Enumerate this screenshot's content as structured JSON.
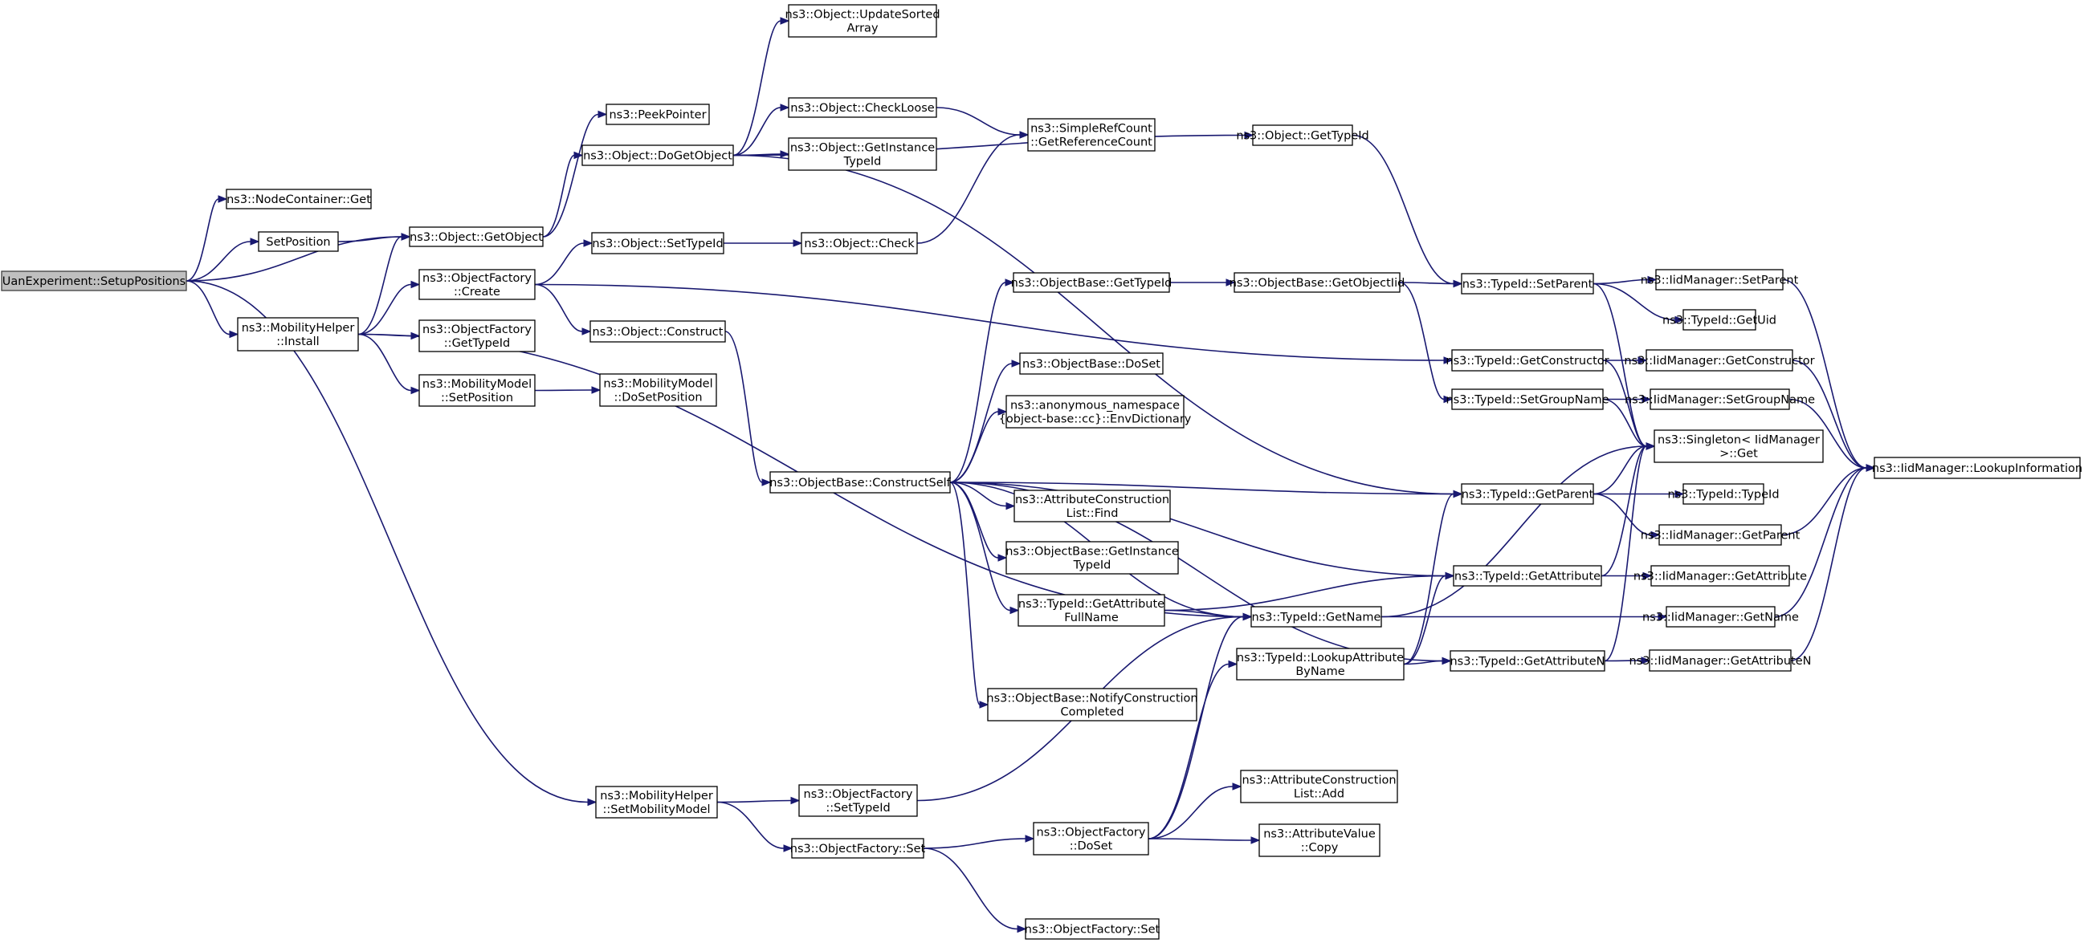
{
  "graph": {
    "colors": {
      "edge": "#191970",
      "root_fill": "#bfbfbf",
      "node_fill": "#ffffff",
      "node_border": "#000000"
    },
    "nodes": [
      {
        "id": "setup",
        "lines": [
          "UanExperiment::SetupPositions"
        ],
        "root": true
      },
      {
        "id": "nc_get",
        "lines": [
          "ns3::NodeContainer::Get"
        ]
      },
      {
        "id": "setpos",
        "lines": [
          "SetPosition"
        ]
      },
      {
        "id": "getobj",
        "lines": [
          "ns3::Object::GetObject"
        ]
      },
      {
        "id": "mh_install",
        "lines": [
          "ns3::MobilityHelper",
          "::Install"
        ]
      },
      {
        "id": "mh_setmm",
        "lines": [
          "ns3::MobilityHelper",
          "::SetMobilityModel"
        ]
      },
      {
        "id": "peek",
        "lines": [
          "ns3::PeekPointer"
        ]
      },
      {
        "id": "dogetobj",
        "lines": [
          "ns3::Object::DoGetObject"
        ]
      },
      {
        "id": "of_create",
        "lines": [
          "ns3::ObjectFactory",
          "::Create"
        ]
      },
      {
        "id": "of_gettid",
        "lines": [
          "ns3::ObjectFactory",
          "::GetTypeId"
        ]
      },
      {
        "id": "mm_setpos",
        "lines": [
          "ns3::MobilityModel",
          "::SetPosition"
        ]
      },
      {
        "id": "upd",
        "lines": [
          "ns3::Object::UpdateSorted",
          "Array"
        ]
      },
      {
        "id": "checkloose",
        "lines": [
          "ns3::Object::CheckLoose"
        ]
      },
      {
        "id": "getinst",
        "lines": [
          "ns3::Object::GetInstance",
          "TypeId"
        ]
      },
      {
        "id": "obj_settid",
        "lines": [
          "ns3::Object::SetTypeId"
        ]
      },
      {
        "id": "obj_check",
        "lines": [
          "ns3::Object::Check"
        ]
      },
      {
        "id": "obj_construct",
        "lines": [
          "ns3::Object::Construct"
        ]
      },
      {
        "id": "mm_dosetpos",
        "lines": [
          "ns3::MobilityModel",
          "::DoSetPosition"
        ]
      },
      {
        "id": "srefcount",
        "lines": [
          "ns3::SimpleRefCount",
          "::GetReferenceCount"
        ]
      },
      {
        "id": "obj_gettid",
        "lines": [
          "ns3::Object::GetTypeId"
        ]
      },
      {
        "id": "ob_gettid",
        "lines": [
          "ns3::ObjectBase::GetTypeId"
        ]
      },
      {
        "id": "ob_getobjiid",
        "lines": [
          "ns3::ObjectBase::GetObjectIid"
        ]
      },
      {
        "id": "ob_doset",
        "lines": [
          "ns3::ObjectBase::DoSet"
        ]
      },
      {
        "id": "envdict",
        "lines": [
          "ns3::anonymous_namespace",
          "{object-base::cc}::EnvDictionary"
        ]
      },
      {
        "id": "ob_construct",
        "lines": [
          "ns3::ObjectBase::ConstructSelf"
        ]
      },
      {
        "id": "acl_find",
        "lines": [
          "ns3::AttributeConstruction",
          "List::Find"
        ]
      },
      {
        "id": "ob_getinst",
        "lines": [
          "ns3::ObjectBase::GetInstance",
          "TypeId"
        ]
      },
      {
        "id": "tid_getattrfull",
        "lines": [
          "ns3::TypeId::GetAttribute",
          "FullName"
        ]
      },
      {
        "id": "ob_notify",
        "lines": [
          "ns3::ObjectBase::NotifyConstruction",
          "Completed"
        ]
      },
      {
        "id": "of_settid",
        "lines": [
          "ns3::ObjectFactory",
          "::SetTypeId"
        ]
      },
      {
        "id": "of_set",
        "lines": [
          "ns3::ObjectFactory::Set"
        ]
      },
      {
        "id": "of_doset",
        "lines": [
          "ns3::ObjectFactory",
          "::DoSet"
        ]
      },
      {
        "id": "of_set2",
        "lines": [
          "ns3::ObjectFactory::Set"
        ]
      },
      {
        "id": "tid_getname",
        "lines": [
          "ns3::TypeId::GetName"
        ]
      },
      {
        "id": "tid_lookup",
        "lines": [
          "ns3::TypeId::LookupAttribute",
          "ByName"
        ]
      },
      {
        "id": "acl_add",
        "lines": [
          "ns3::AttributeConstruction",
          "List::Add"
        ]
      },
      {
        "id": "av_copy",
        "lines": [
          "ns3::AttributeValue",
          "::Copy"
        ]
      },
      {
        "id": "tid_setparent",
        "lines": [
          "ns3::TypeId::SetParent"
        ]
      },
      {
        "id": "tid_getctor",
        "lines": [
          "ns3::TypeId::GetConstructor"
        ]
      },
      {
        "id": "tid_setgroup",
        "lines": [
          "ns3::TypeId::SetGroupName"
        ]
      },
      {
        "id": "tid_getparent",
        "lines": [
          "ns3::TypeId::GetParent"
        ]
      },
      {
        "id": "tid_getattr",
        "lines": [
          "ns3::TypeId::GetAttribute"
        ]
      },
      {
        "id": "tid_getattrn",
        "lines": [
          "ns3::TypeId::GetAttributeN"
        ]
      },
      {
        "id": "im_setparent",
        "lines": [
          "ns3::IidManager::SetParent"
        ]
      },
      {
        "id": "tid_getuid",
        "lines": [
          "ns3::TypeId::GetUid"
        ]
      },
      {
        "id": "im_getctor",
        "lines": [
          "ns3::IidManager::GetConstructor"
        ]
      },
      {
        "id": "im_setgroup",
        "lines": [
          "ns3::IidManager::SetGroupName"
        ]
      },
      {
        "id": "singleton",
        "lines": [
          "ns3::Singleton< IidManager",
          ">::Get"
        ]
      },
      {
        "id": "tid_typeid",
        "lines": [
          "ns3::TypeId::TypeId"
        ]
      },
      {
        "id": "im_getparent",
        "lines": [
          "ns3::IidManager::GetParent"
        ]
      },
      {
        "id": "im_getattr",
        "lines": [
          "ns3::IidManager::GetAttribute"
        ]
      },
      {
        "id": "im_getname",
        "lines": [
          "ns3::IidManager::GetName"
        ]
      },
      {
        "id": "im_getattrn",
        "lines": [
          "ns3::IidManager::GetAttributeN"
        ]
      },
      {
        "id": "im_lookup",
        "lines": [
          "ns3::IidManager::LookupInformation"
        ]
      }
    ],
    "edges": [
      [
        "setup",
        "nc_get"
      ],
      [
        "setup",
        "setpos"
      ],
      [
        "setup",
        "getobj"
      ],
      [
        "setup",
        "mh_install"
      ],
      [
        "setup",
        "mh_setmm"
      ],
      [
        "setpos",
        "getobj"
      ],
      [
        "getobj",
        "peek"
      ],
      [
        "getobj",
        "dogetobj"
      ],
      [
        "mh_install",
        "getobj"
      ],
      [
        "mh_install",
        "of_create"
      ],
      [
        "mh_install",
        "of_gettid"
      ],
      [
        "mh_install",
        "mm_setpos"
      ],
      [
        "mh_install",
        "tid_getname"
      ],
      [
        "mh_setmm",
        "of_settid"
      ],
      [
        "mh_setmm",
        "of_set"
      ],
      [
        "dogetobj",
        "upd"
      ],
      [
        "dogetobj",
        "checkloose"
      ],
      [
        "dogetobj",
        "getinst"
      ],
      [
        "dogetobj",
        "obj_gettid"
      ],
      [
        "dogetobj",
        "tid_getparent"
      ],
      [
        "of_create",
        "obj_settid"
      ],
      [
        "of_create",
        "obj_construct"
      ],
      [
        "of_create",
        "tid_getctor"
      ],
      [
        "mm_setpos",
        "mm_dosetpos"
      ],
      [
        "checkloose",
        "srefcount"
      ],
      [
        "obj_settid",
        "obj_check"
      ],
      [
        "obj_check",
        "srefcount"
      ],
      [
        "obj_construct",
        "ob_construct"
      ],
      [
        "obj_gettid",
        "tid_setparent"
      ],
      [
        "ob_construct",
        "ob_gettid"
      ],
      [
        "ob_construct",
        "ob_doset"
      ],
      [
        "ob_construct",
        "envdict"
      ],
      [
        "ob_construct",
        "acl_find"
      ],
      [
        "ob_construct",
        "ob_getinst"
      ],
      [
        "ob_construct",
        "tid_getattrfull"
      ],
      [
        "ob_construct",
        "ob_notify"
      ],
      [
        "ob_construct",
        "tid_getname"
      ],
      [
        "ob_construct",
        "tid_getparent"
      ],
      [
        "ob_construct",
        "tid_getattr"
      ],
      [
        "ob_construct",
        "tid_getattrn"
      ],
      [
        "ob_gettid",
        "ob_getobjiid"
      ],
      [
        "ob_getobjiid",
        "tid_setparent"
      ],
      [
        "ob_getobjiid",
        "tid_setgroup"
      ],
      [
        "tid_getattrfull",
        "tid_getname"
      ],
      [
        "tid_getattrfull",
        "tid_getattr"
      ],
      [
        "of_settid",
        "tid_getname"
      ],
      [
        "of_set",
        "of_doset"
      ],
      [
        "of_set",
        "of_set2"
      ],
      [
        "of_doset",
        "tid_getname"
      ],
      [
        "of_doset",
        "tid_lookup"
      ],
      [
        "of_doset",
        "acl_add"
      ],
      [
        "of_doset",
        "av_copy"
      ],
      [
        "tid_getname",
        "singleton"
      ],
      [
        "tid_getname",
        "im_getname"
      ],
      [
        "tid_lookup",
        "tid_getparent"
      ],
      [
        "tid_lookup",
        "tid_getattr"
      ],
      [
        "tid_lookup",
        "tid_getattrn"
      ],
      [
        "tid_setparent",
        "im_setparent"
      ],
      [
        "tid_setparent",
        "tid_getuid"
      ],
      [
        "tid_setparent",
        "singleton"
      ],
      [
        "tid_getctor",
        "im_getctor"
      ],
      [
        "tid_getctor",
        "singleton"
      ],
      [
        "tid_setgroup",
        "im_setgroup"
      ],
      [
        "tid_setgroup",
        "singleton"
      ],
      [
        "tid_getparent",
        "singleton"
      ],
      [
        "tid_getparent",
        "tid_typeid"
      ],
      [
        "tid_getparent",
        "im_getparent"
      ],
      [
        "tid_getattr",
        "singleton"
      ],
      [
        "tid_getattr",
        "im_getattr"
      ],
      [
        "tid_getattrn",
        "singleton"
      ],
      [
        "tid_getattrn",
        "im_getattrn"
      ],
      [
        "im_setparent",
        "im_lookup"
      ],
      [
        "im_getctor",
        "im_lookup"
      ],
      [
        "im_setgroup",
        "im_lookup"
      ],
      [
        "im_getparent",
        "im_lookup"
      ],
      [
        "im_getname",
        "im_lookup"
      ],
      [
        "im_getattrn",
        "im_lookup"
      ]
    ]
  }
}
